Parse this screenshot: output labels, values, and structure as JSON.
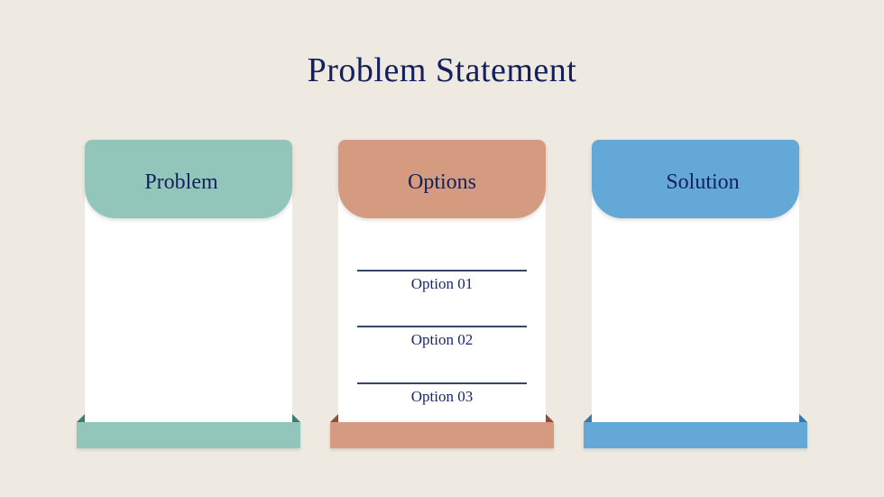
{
  "title": "Problem Statement",
  "colors": {
    "background": "#EEE9E1",
    "title_text": "#14205E",
    "heading_text": "#15215F",
    "card_body": "#FFFFFF",
    "option_line": "#3A4764",
    "option_text": "#1B2767"
  },
  "cards": [
    {
      "label": "Problem",
      "color": "#93C6BB",
      "fold_color": "#417B72",
      "options": []
    },
    {
      "label": "Options",
      "color": "#D59B81",
      "fold_color": "#8F4E37",
      "options": [
        "Option 01",
        "Option 02",
        "Option 03"
      ]
    },
    {
      "label": "Solution",
      "color": "#63A8D7",
      "fold_color": "#3879A7",
      "options": []
    }
  ]
}
